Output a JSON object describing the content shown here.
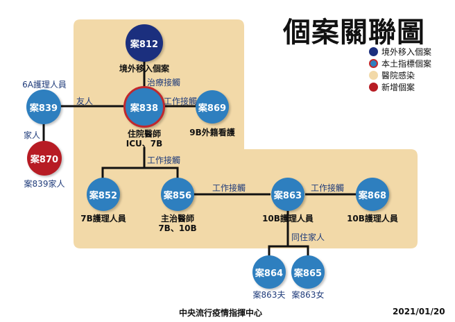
{
  "title": "個案關聯圖",
  "legend": [
    {
      "label": "境外移入個案",
      "color": "#1b2f7e",
      "border": "#1b2f7e"
    },
    {
      "label": "本土指標個案",
      "color": "#2e7fbf",
      "border": "#c0282d"
    },
    {
      "label": "醫院感染",
      "color": "#f2d9a8",
      "border": "#f2d9a8"
    },
    {
      "label": "新增個案",
      "color": "#b71c24",
      "border": "#b71c24"
    }
  ],
  "nodes": {
    "c812": "案812",
    "c838": "案838",
    "c869": "案869",
    "c839": "案839",
    "c870": "案870",
    "c852": "案852",
    "c856": "案856",
    "c863": "案863",
    "c868": "案868",
    "c864": "案864",
    "c865": "案865"
  },
  "labels": {
    "c812": "境外移入個案",
    "c838_line1": "住院醫師",
    "c838_line2": "ICU、7B",
    "c869": "9B外籍看護",
    "c839_top": "6A護理人員",
    "c870": "案839家人",
    "c852": "7B護理人員",
    "c856_line1": "主治醫師",
    "c856_line2": "7B、10B",
    "c863": "10B護理人員",
    "c868": "10B護理人員",
    "c864": "案863夫",
    "c865": "案863女"
  },
  "edges": {
    "treat": "治療接觸",
    "friend": "友人",
    "family": "家人",
    "work_838_869": "工作接觸",
    "work_838_down": "工作接觸",
    "work_856_863": "工作接觸",
    "work_863_868": "工作接觸",
    "cohabit": "同住家人"
  },
  "footer": {
    "center": "中央流行疫情指揮中心",
    "date": "2021/01/20"
  }
}
